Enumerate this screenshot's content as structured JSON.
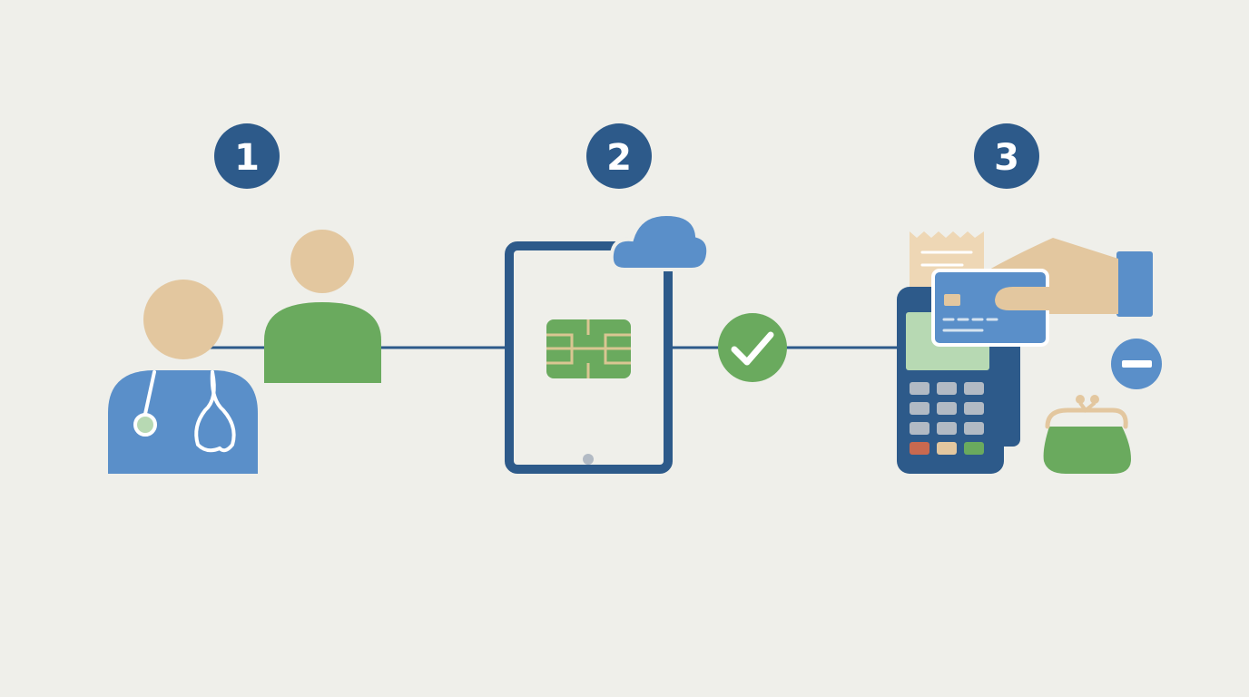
{
  "steps": [
    {
      "number": "1",
      "icons": [
        "doctor-icon",
        "patient-icon"
      ]
    },
    {
      "number": "2",
      "icons": [
        "tablet-icon",
        "chip-icon",
        "cloud-icon"
      ]
    },
    {
      "number": "3",
      "icons": [
        "receipt-icon",
        "payment-terminal-icon",
        "credit-card-icon",
        "hand-icon",
        "wallet-icon",
        "minus-icon"
      ]
    }
  ],
  "connector_icons": [
    "check-icon"
  ],
  "colors": {
    "background": "#efefea",
    "navy": "#2d5a8a",
    "blue": "#5a8fc9",
    "green": "#6aaa5e",
    "skin": "#e3c79f",
    "chip_line": "#d9c692",
    "screen": "#b7d9b3",
    "key": "#b2bac4",
    "key_red": "#c9694f",
    "key_yellow": "#e3c79f",
    "key_green": "#6aaa5e",
    "receipt": "#eed7b5",
    "white": "#ffffff"
  }
}
